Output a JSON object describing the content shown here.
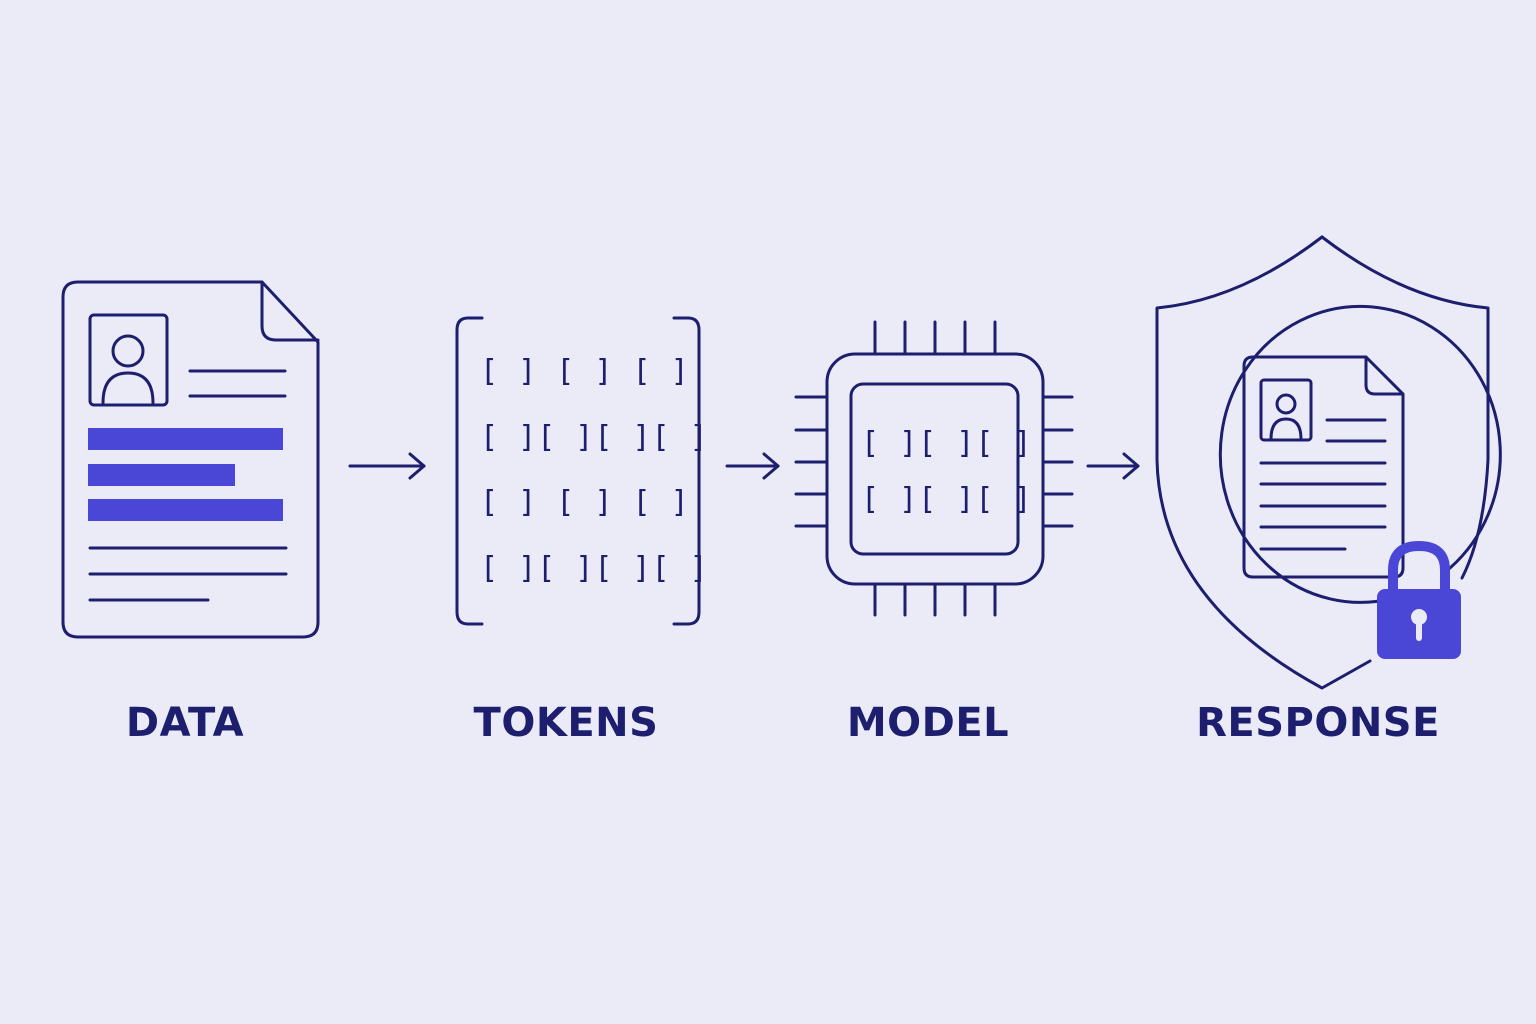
{
  "stages": [
    {
      "label": "DATA",
      "icon": "document-icon"
    },
    {
      "label": "TOKENS",
      "icon": "token-matrix-icon"
    },
    {
      "label": "MODEL",
      "icon": "chip-icon"
    },
    {
      "label": "RESPONSE",
      "icon": "shield-lock-icon"
    }
  ],
  "colors": {
    "background": "#ebebf8",
    "stroke": "#1d1f6e",
    "accent": "#4b47d6"
  }
}
